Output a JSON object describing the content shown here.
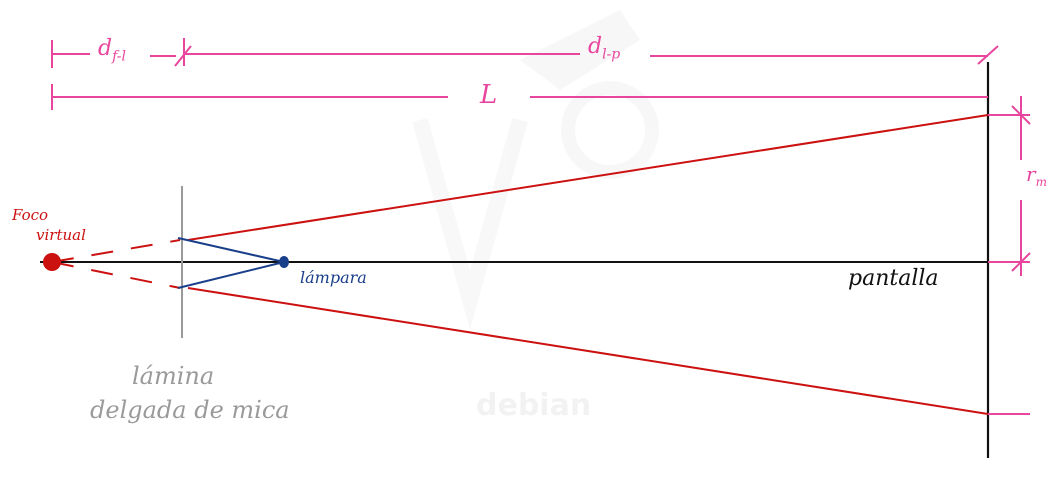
{
  "labels": {
    "d_fl_main": "d",
    "d_fl_sub": "f-l",
    "d_lp_main": "d",
    "d_lp_sub": "l-p",
    "L": "L",
    "r_main": "r",
    "r_sub": "m",
    "foco_line1": "Foco",
    "foco_line2": "virtual",
    "lampara": "lámpara",
    "pantalla": "pantalla",
    "lamina_line1": "lámina",
    "lamina_line2": "delgada de mica",
    "watermark": "debian"
  },
  "colors": {
    "dimension": "#e8469e",
    "ray": "#cc1111",
    "lamp": "#1a3f8a",
    "sheet": "#9a9a9a",
    "axis": "#111111"
  }
}
